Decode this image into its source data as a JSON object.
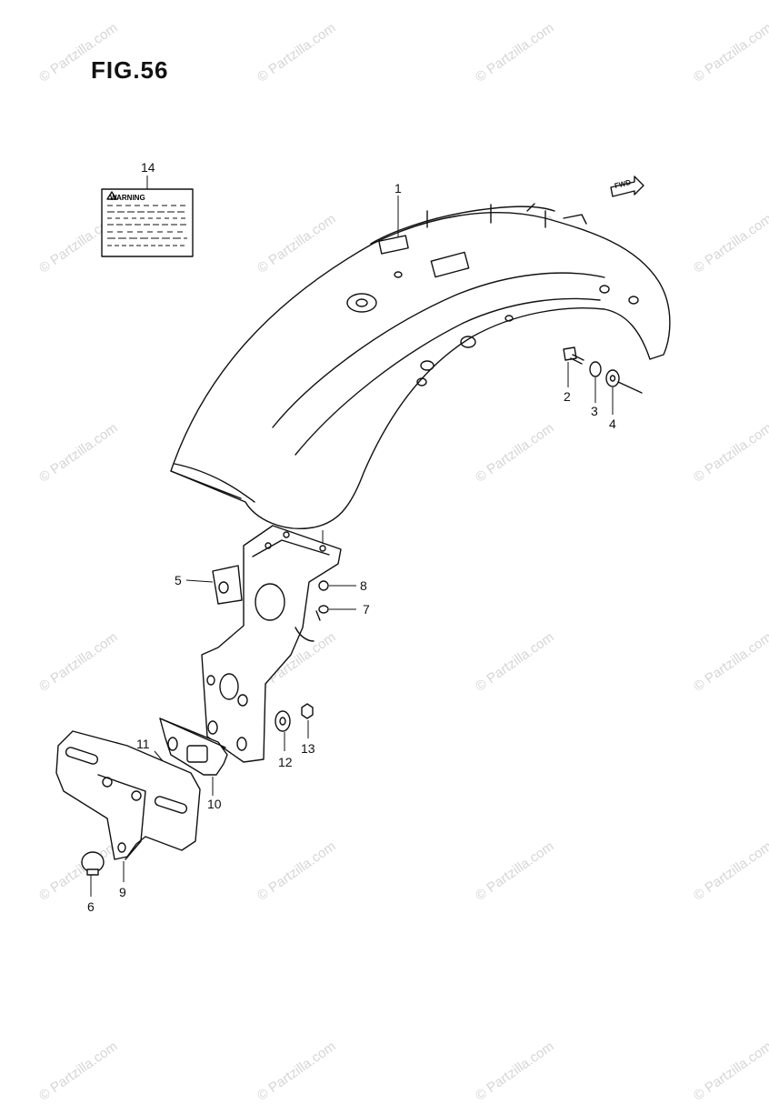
{
  "figure": {
    "title": "FIG.56"
  },
  "warning_label": {
    "heading": "WARNING"
  },
  "fwd_arrow": {
    "text": "FWD"
  },
  "watermark": {
    "text": "© Partzilla.com"
  },
  "callouts": [
    {
      "id": "1",
      "label": "1"
    },
    {
      "id": "2",
      "label": "2"
    },
    {
      "id": "3",
      "label": "3"
    },
    {
      "id": "4",
      "label": "4"
    },
    {
      "id": "5",
      "label": "5"
    },
    {
      "id": "6",
      "label": "6"
    },
    {
      "id": "7",
      "label": "7"
    },
    {
      "id": "8",
      "label": "8"
    },
    {
      "id": "9",
      "label": "9"
    },
    {
      "id": "10",
      "label": "10"
    },
    {
      "id": "11",
      "label": "11"
    },
    {
      "id": "12",
      "label": "12"
    },
    {
      "id": "13",
      "label": "13"
    },
    {
      "id": "14",
      "label": "14"
    }
  ]
}
